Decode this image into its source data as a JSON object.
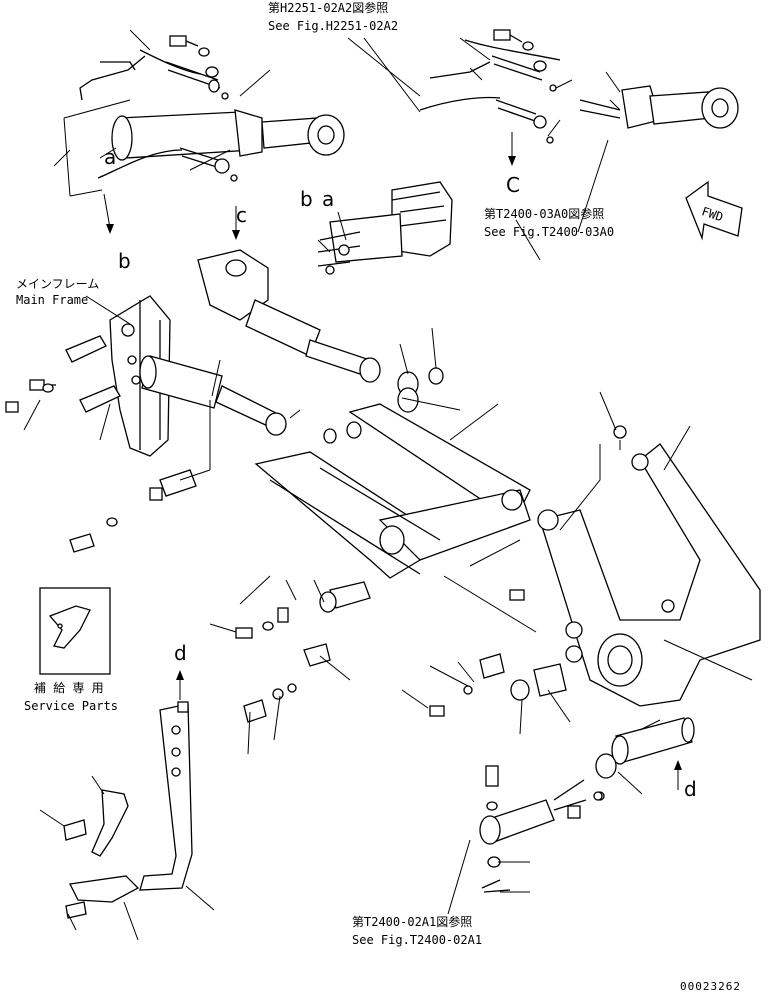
{
  "references": {
    "top_ja": "第H2251-02A2図参照",
    "top_en": "See Fig.H2251-02A2",
    "right_ja": "第T2400-03A0図参照",
    "right_en": "See Fig.T2400-03A0",
    "bottom_ja": "第T2400-02A1図参照",
    "bottom_en": "See Fig.T2400-02A1"
  },
  "main_frame": {
    "ja": "メインフレーム",
    "en": "Main Frame"
  },
  "service_parts": {
    "ja": "補 給 専 用",
    "en": "Service Parts"
  },
  "fwd_label": "FWD",
  "callout_letters": {
    "a_left": "a",
    "b_left": "b",
    "c_mid": "c",
    "b_valve": "b",
    "a_valve": "a",
    "c_right": "C",
    "d_left": "d",
    "d_right": "d"
  },
  "drawing_number": "00023262"
}
